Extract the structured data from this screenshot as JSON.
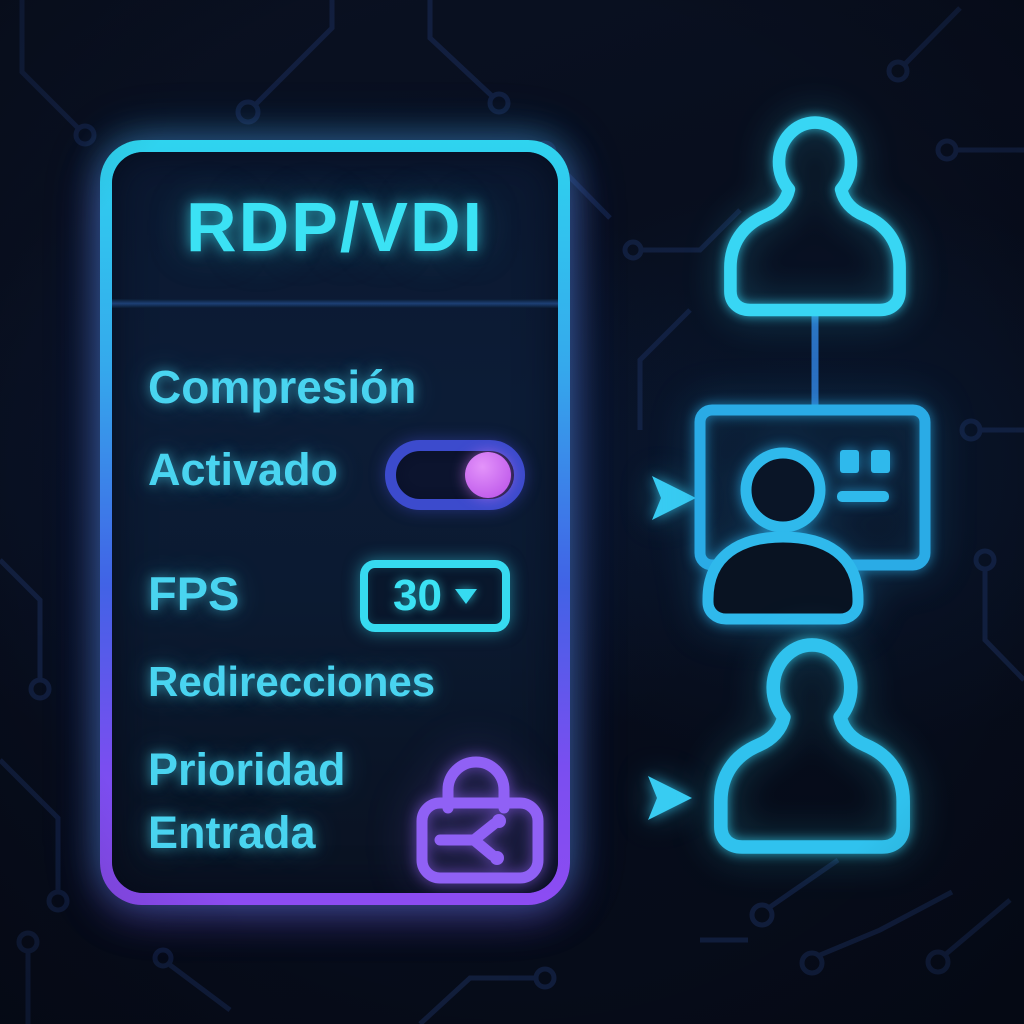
{
  "panel": {
    "title": "RDP/VDI",
    "rows": {
      "compression_label": "Compresión",
      "toggle_label": "Activado",
      "toggle_state": "on",
      "fps_label": "FPS",
      "fps_value": "30",
      "redirections_label": "Redirecciones",
      "priority_line1": "Prioridad",
      "priority_line2": "Entrada"
    }
  },
  "diagram": {
    "nodes": [
      "remote-user-top",
      "virtual-desktop-session",
      "remote-user-bottom"
    ],
    "icon_names": [
      "user-icon",
      "virtual-desktop-icon",
      "lock-icon",
      "toggle-on",
      "caret-down-icon",
      "arrow-right-icon"
    ]
  },
  "colors": {
    "background": "#070d1c",
    "neon_cyan_title": "#3be2f4",
    "neon_cyan_label": "#49d4f0",
    "panel_border_top": "#2fd4ef",
    "panel_border_bottom": "#8d4cf2",
    "toggle_border": "#3c4bcd",
    "toggle_knob": "#c96ef0",
    "dropdown_cyan": "#36daf0",
    "lock_purple": "#9061f5",
    "icon_blue": "#2aabe6",
    "arrow_cyan": "#38ccf2"
  }
}
